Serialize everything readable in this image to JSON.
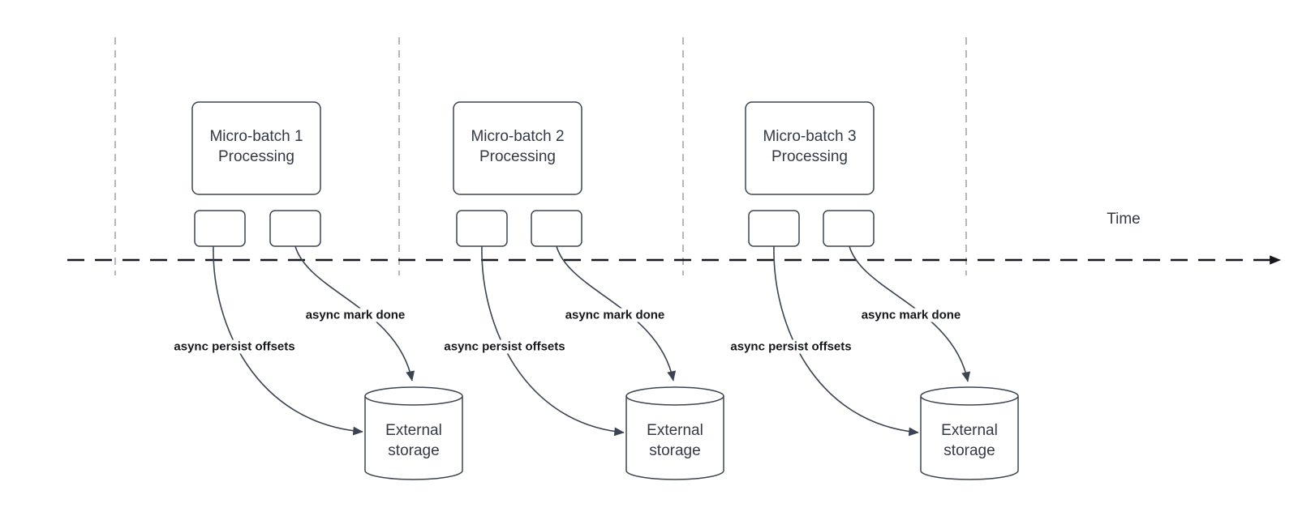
{
  "colors": {
    "shape_stroke": "#3d4451",
    "text_dark": "#333945",
    "label_bold": "#15171b",
    "timeline": "#16181d",
    "gridline": "#b4b7bb"
  },
  "time_axis": {
    "label": "Time"
  },
  "groups": [
    {
      "box_line1": "Micro-batch 1",
      "box_line2": "Processing",
      "persist_label": "async persist offsets",
      "mark_done_label": "async mark done",
      "storage_line1": "External",
      "storage_line2": "storage"
    },
    {
      "box_line1": "Micro-batch 2",
      "box_line2": "Processing",
      "persist_label": "async persist offsets",
      "mark_done_label": "async mark done",
      "storage_line1": "External",
      "storage_line2": "storage"
    },
    {
      "box_line1": "Micro-batch 3",
      "box_line2": "Processing",
      "persist_label": "async persist offsets",
      "mark_done_label": "async mark done",
      "storage_line1": "External",
      "storage_line2": "storage"
    }
  ]
}
